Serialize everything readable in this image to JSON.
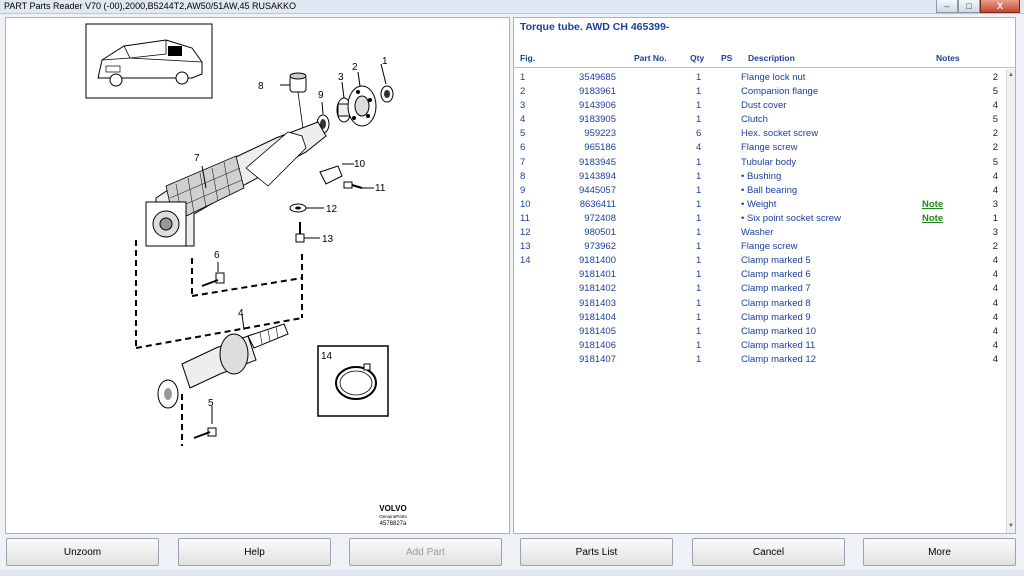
{
  "window": {
    "title": "PART Parts Reader V70 (-00),2000,B5244T2,AW50/51AW,45 RUSAKKO",
    "minimize": "–",
    "maximize": "□",
    "close": "X"
  },
  "diagram": {
    "callouts": [
      "1",
      "2",
      "3",
      "4",
      "5",
      "6",
      "7",
      "8",
      "9",
      "10",
      "11",
      "12",
      "13",
      "14"
    ],
    "brand": "VOLVO",
    "brand_sub": "GenuineParts",
    "drawing_number": "4578827a"
  },
  "parts": {
    "group_title": "Torque tube. AWD CH 465399-",
    "headers": {
      "fig": "Fig.",
      "part_no": "Part No.",
      "qty": "Qty",
      "ps": "PS",
      "description": "Description",
      "notes": "Notes"
    },
    "rows": [
      {
        "fig": "1",
        "part_no": "3549685",
        "qty": "1",
        "description": "Flange lock nut",
        "note": "",
        "n": "2"
      },
      {
        "fig": "2",
        "part_no": "9183961",
        "qty": "1",
        "description": "Companion flange",
        "note": "",
        "n": "5"
      },
      {
        "fig": "3",
        "part_no": "9143906",
        "qty": "1",
        "description": "Dust cover",
        "note": "",
        "n": "4"
      },
      {
        "fig": "4",
        "part_no": "9183905",
        "qty": "1",
        "description": "Clutch",
        "note": "",
        "n": "5"
      },
      {
        "fig": "5",
        "part_no": "959223",
        "qty": "6",
        "description": "Hex. socket screw",
        "note": "",
        "n": "2"
      },
      {
        "fig": "6",
        "part_no": "965186",
        "qty": "4",
        "description": "Flange screw",
        "note": "",
        "n": "2"
      },
      {
        "fig": "7",
        "part_no": "9183945",
        "qty": "1",
        "description": "Tubular body",
        "note": "",
        "n": "5"
      },
      {
        "fig": "8",
        "part_no": "9143894",
        "qty": "1",
        "description": "• Bushing",
        "note": "",
        "n": "4"
      },
      {
        "fig": "9",
        "part_no": "9445057",
        "qty": "1",
        "description": "• Ball bearing",
        "note": "",
        "n": "4"
      },
      {
        "fig": "10",
        "part_no": "8636411",
        "qty": "1",
        "description": "• Weight",
        "note": "Note",
        "n": "3"
      },
      {
        "fig": "11",
        "part_no": "972408",
        "qty": "1",
        "description": "• Six point socket screw",
        "note": "Note",
        "n": "1"
      },
      {
        "fig": "12",
        "part_no": "980501",
        "qty": "1",
        "description": "Washer",
        "note": "",
        "n": "3"
      },
      {
        "fig": "13",
        "part_no": "973962",
        "qty": "1",
        "description": "Flange screw",
        "note": "",
        "n": "2"
      },
      {
        "fig": "14",
        "part_no": "9181400",
        "qty": "1",
        "description": "Clamp marked 5",
        "note": "",
        "n": "4"
      },
      {
        "fig": "",
        "part_no": "9181401",
        "qty": "1",
        "description": "Clamp marked 6",
        "note": "",
        "n": "4"
      },
      {
        "fig": "",
        "part_no": "9181402",
        "qty": "1",
        "description": "Clamp marked 7",
        "note": "",
        "n": "4"
      },
      {
        "fig": "",
        "part_no": "9181403",
        "qty": "1",
        "description": "Clamp marked 8",
        "note": "",
        "n": "4"
      },
      {
        "fig": "",
        "part_no": "9181404",
        "qty": "1",
        "description": "Clamp marked 9",
        "note": "",
        "n": "4"
      },
      {
        "fig": "",
        "part_no": "9181405",
        "qty": "1",
        "description": "Clamp marked 10",
        "note": "",
        "n": "4"
      },
      {
        "fig": "",
        "part_no": "9181406",
        "qty": "1",
        "description": "Clamp marked 11",
        "note": "",
        "n": "4"
      },
      {
        "fig": "",
        "part_no": "9181407",
        "qty": "1",
        "description": "Clamp marked 12",
        "note": "",
        "n": "4"
      }
    ]
  },
  "buttons": {
    "unzoom": "Unzoom",
    "help": "Help",
    "add_part": "Add Part",
    "parts_list": "Parts List",
    "cancel": "Cancel",
    "more": "More"
  }
}
